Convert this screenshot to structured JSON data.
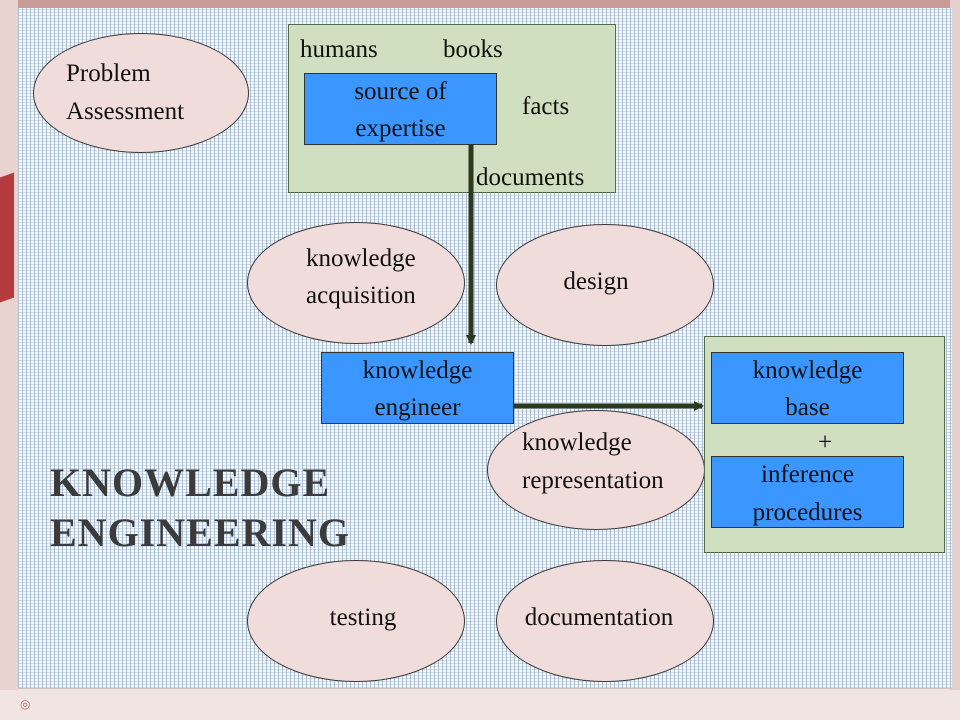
{
  "title_lines": [
    "KNOWLEDGE",
    "ENGINEERING"
  ],
  "problem_assessment": [
    "Problem",
    "Assessment"
  ],
  "sources": {
    "humans": "humans",
    "books": "books",
    "facts": "facts",
    "documents": "documents",
    "source_box": [
      "source of",
      "expertise"
    ]
  },
  "phases": {
    "knowledge_acquisition": [
      "knowledge",
      "acquisition"
    ],
    "design": "design",
    "knowledge_representation": [
      "knowledge",
      "representation"
    ],
    "testing": "testing",
    "documentation": "documentation"
  },
  "engineer": [
    "knowledge",
    "engineer"
  ],
  "system": {
    "knowledge_base": [
      "knowledge",
      "base"
    ],
    "plus": "+",
    "inference": [
      "inference",
      "procedures"
    ]
  },
  "colors": {
    "ellipse": "#f1dcdc",
    "blue_box": "#3b97ff",
    "green_box": "#cfdfc0",
    "arrow": "#2b3a1f"
  }
}
